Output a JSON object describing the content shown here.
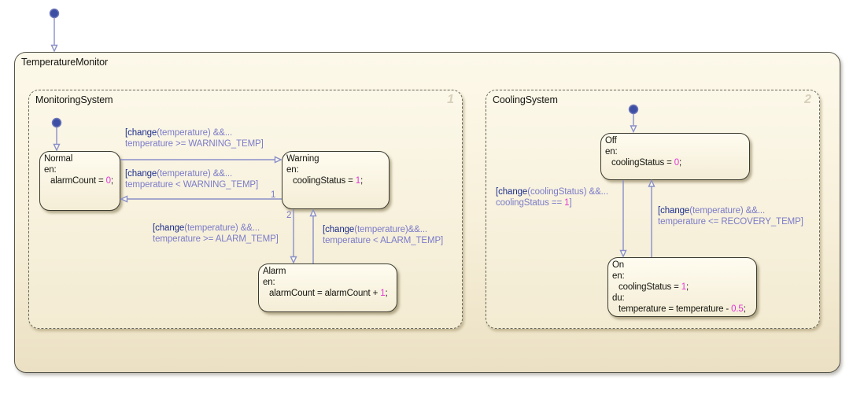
{
  "root": {
    "title": "TemperatureMonitor"
  },
  "monitoring": {
    "title": "MonitoringSystem",
    "badge": "1",
    "states": {
      "normal": {
        "title": "Normal",
        "en": "en:",
        "a1_pre": "alarmCount = ",
        "a1_val": "0",
        "a1_post": ";"
      },
      "warning": {
        "title": "Warning",
        "en": "en:",
        "a1_pre": "coolingStatus = ",
        "a1_val": "1",
        "a1_post": ";"
      },
      "alarm": {
        "title": "Alarm",
        "en": "en:",
        "a1_pre": "alarmCount = alarmCount + ",
        "a1_val": "1",
        "a1_post": ";"
      }
    },
    "transitions": {
      "normal_to_warning": {
        "kw": "[change",
        "cond1": "(temperature) &&...",
        "cond2": "temperature >= WARNING_TEMP]"
      },
      "warning_to_normal": {
        "kw": "[change",
        "cond1": "(temperature) &&...",
        "cond2": "temperature < WARNING_TEMP]",
        "priority": "1"
      },
      "warning_to_alarm": {
        "kw": "[change",
        "cond1": "(temperature) &&...",
        "cond2": "temperature >= ALARM_TEMP]",
        "priority": "2"
      },
      "alarm_to_warning": {
        "kw": "[change",
        "cond1": "(temperature)&&...",
        "cond2": "temperature < ALARM_TEMP]"
      }
    }
  },
  "cooling": {
    "title": "CoolingSystem",
    "badge": "2",
    "states": {
      "off": {
        "title": "Off",
        "en": "en:",
        "a1_pre": "coolingStatus = ",
        "a1_val": "0",
        "a1_post": ";"
      },
      "on": {
        "title": "On",
        "en": "en:",
        "a1_pre": "coolingStatus = ",
        "a1_val": "1",
        "a1_post": ";",
        "du": "du:",
        "a2_pre": "temperature = temperature - ",
        "a2_val": "0.5",
        "a2_post": ";"
      }
    },
    "transitions": {
      "off_to_on": {
        "kw": "[change",
        "cond1": "(coolingStatus) &&...",
        "cond2_pre": "coolingStatus == ",
        "cond2_val": "1",
        "cond2_post": "]"
      },
      "on_to_off": {
        "kw": "[change",
        "cond1": "(temperature) &&...",
        "cond2": "temperature <= RECOVERY_TEMP]"
      }
    }
  },
  "colors": {
    "keyword": "#1c2d8c",
    "condition_text": "#7b7bc8",
    "numeric_literal": "#e435d6",
    "transition_line": "#8a8fc9",
    "initial_dot": "#3d4fa4",
    "region_badge": "#d7d0ba",
    "chart_fill_top": "#fdf9ea",
    "chart_fill_bottom": "#ebe0c3"
  }
}
